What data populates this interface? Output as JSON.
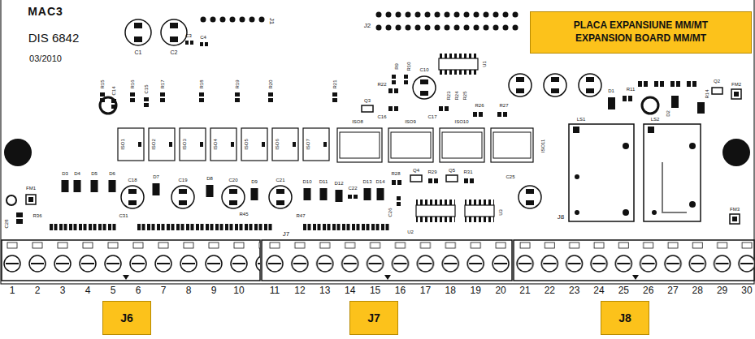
{
  "diagram": {
    "nodes": [
      {
        "text": [
          "PLACA EXPANSIUNE MM/MT",
          "EXPANSION BOARD MM/MT"
        ]
      },
      {
        "text": [
          "J6"
        ]
      },
      {
        "text": [
          "J7"
        ]
      },
      {
        "text": [
          "J8"
        ]
      }
    ],
    "labels": [
      "MAC3",
      "DIS 6842",
      "03/2010",
      "J1",
      "J2",
      "C1",
      "C2",
      "C3",
      "C4",
      "R15",
      "C14",
      "R16",
      "C15",
      "R17",
      "R18",
      "R19",
      "R20",
      "R21",
      "ISO1",
      "ISO2",
      "ISO3",
      "ISO4",
      "ISO5",
      "ISO6",
      "ISO7",
      "ISO8",
      "ISO9",
      "ISO10",
      "ISO11",
      "Q3",
      "R9",
      "R10",
      "C10",
      "U1",
      "R22",
      "C16",
      "C17",
      "R23",
      "R24",
      "R25",
      "R26",
      "R27",
      "R11",
      "R14",
      "D1",
      "D2",
      "Q2",
      "FM2",
      "LS1",
      "LS2",
      "FM1",
      "R36",
      "C28",
      "D3",
      "D4",
      "D5",
      "D6",
      "C18",
      "D7",
      "C19",
      "D8",
      "C20",
      "D9",
      "C21",
      "D10",
      "D11",
      "D12",
      "C22",
      "D13",
      "D14",
      "R28",
      "Q4",
      "R29",
      "Q5",
      "R31",
      "C25",
      "C26",
      "R45",
      "R47",
      "C31",
      "J7",
      "U2",
      "U3",
      "J8",
      "FM3",
      "1",
      "2",
      "3",
      "4",
      "5",
      "6",
      "7",
      "8",
      "9",
      "10",
      "11",
      "12",
      "13",
      "14",
      "15",
      "16",
      "17",
      "18",
      "19",
      "20",
      "21",
      "22",
      "23",
      "24",
      "25",
      "26",
      "27",
      "28",
      "29",
      "30"
    ]
  }
}
